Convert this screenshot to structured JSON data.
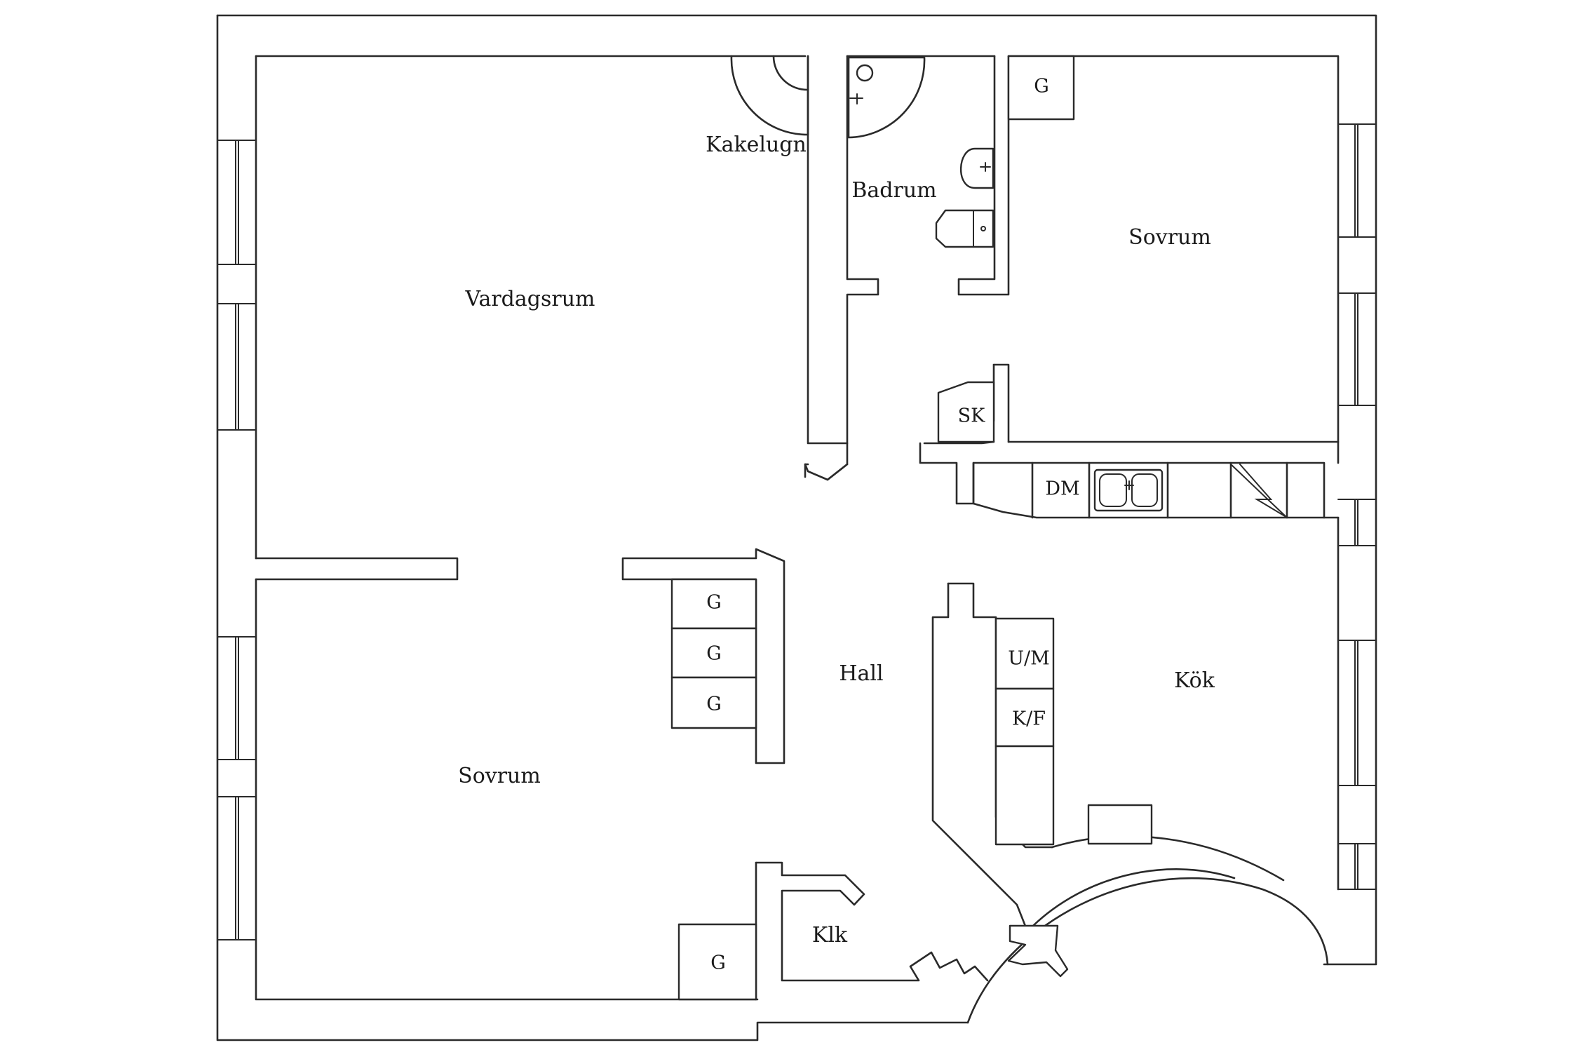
{
  "rooms": {
    "vardagsrum": "Vardagsrum",
    "sovrum_top": "Sovrum",
    "sovrum_bottom": "Sovrum",
    "badrum": "Badrum",
    "hall": "Hall",
    "kok": "Kök",
    "klk": "Klk",
    "kakelugn": "Kakelugn"
  },
  "fixtures": {
    "g_bedroom_top": "G",
    "g_hall_1": "G",
    "g_hall_2": "G",
    "g_hall_3": "G",
    "g_bedroom_bottom": "G",
    "sk": "SK",
    "dm": "DM",
    "um": "U/M",
    "kf": "K/F"
  },
  "colors": {
    "line": "#2a2a2a",
    "background": "#ffffff"
  }
}
